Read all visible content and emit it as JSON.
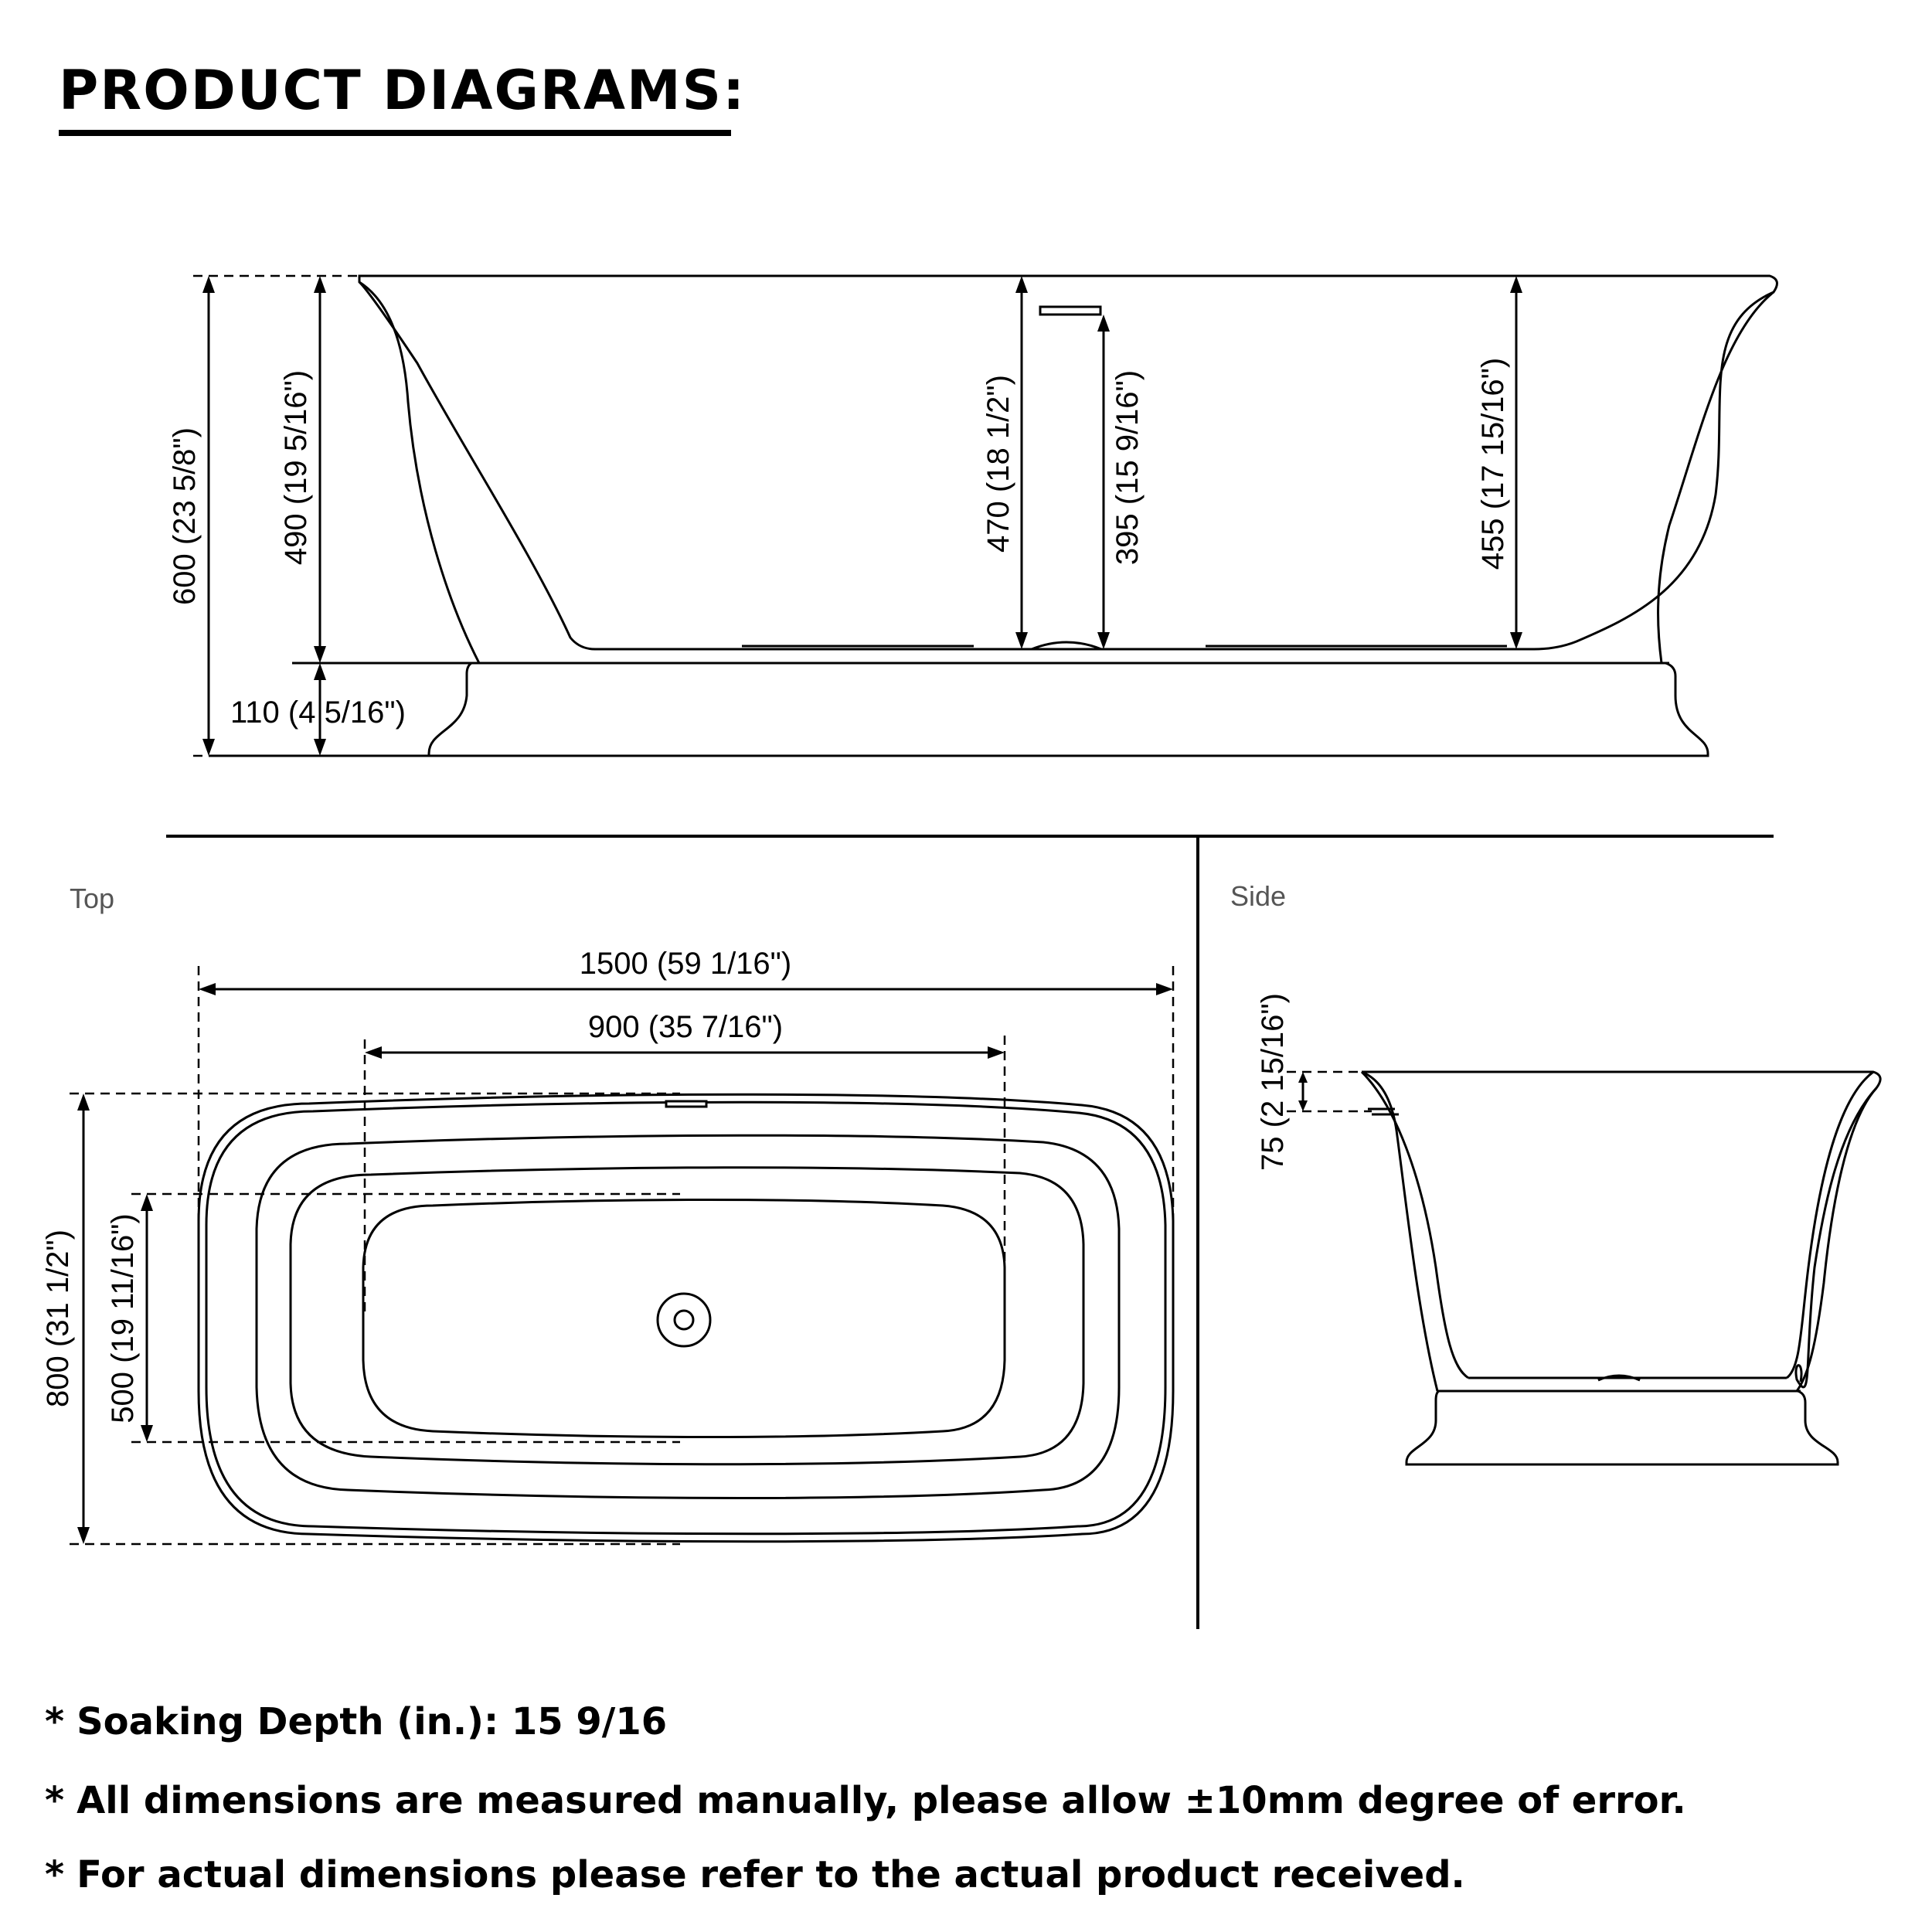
{
  "header": {
    "title": "PRODUCT DIAGRAMS:"
  },
  "front_view": {
    "dims": {
      "overall_height": "600 (23 5/8\")",
      "left_interior": "490 (19 5/16\")",
      "base_height": "110 (4 5/16\")",
      "center_depth": "470 (18 1/2\")",
      "overflow_depth": "395 (15 9/16\")",
      "right_interior": "455 (17 15/16\")"
    }
  },
  "top_view": {
    "label": "Top",
    "dims": {
      "overall_length": "1500 (59 1/16\")",
      "interior_length": "900 (35 7/16\")",
      "overall_width": "800 (31 1/2\")",
      "interior_width": "500 (19 11/16\")"
    }
  },
  "side_view": {
    "label": "Side",
    "dims": {
      "rim_offset": "75 (2 15/16\")"
    }
  },
  "notes": [
    {
      "star": "*",
      "text": "Soaking Depth (in.): 15 9/16"
    },
    {
      "star": "*",
      "text": "All dimensions are measured manually, please allow ±10mm degree of error."
    },
    {
      "star": "*",
      "text": "For actual dimensions please refer to the actual product received."
    }
  ]
}
